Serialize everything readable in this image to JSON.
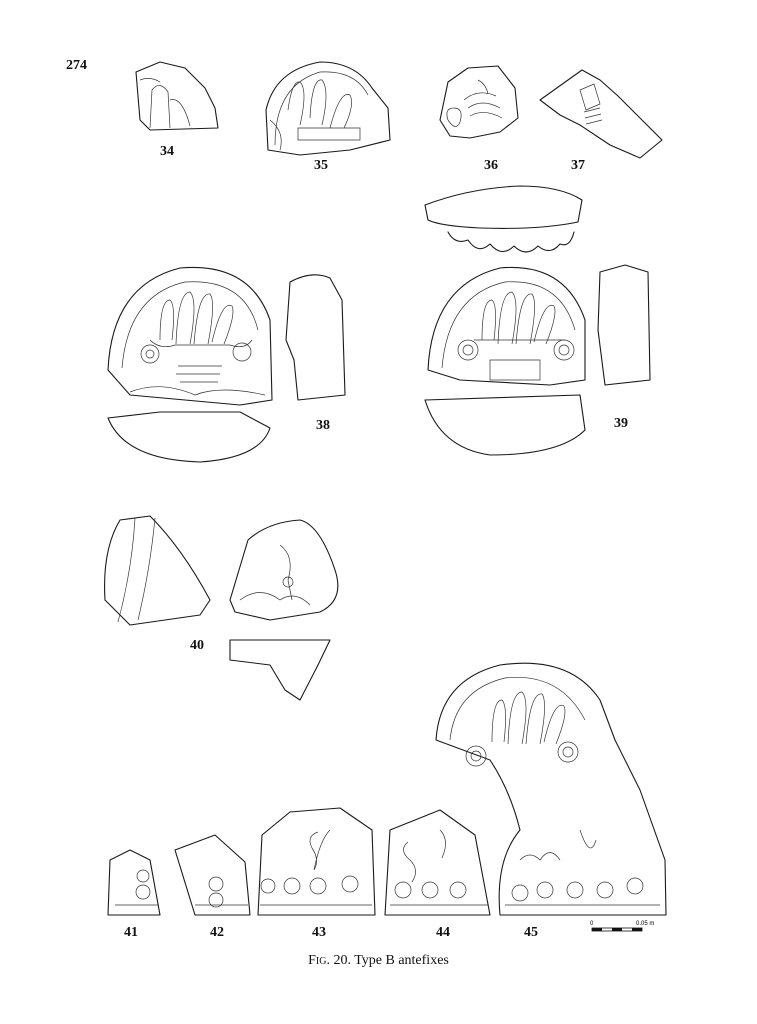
{
  "page_number": "274",
  "figure": {
    "label": "Fig. 20.",
    "title": "Type B antefixes"
  },
  "catalog_numbers": [
    "34",
    "35",
    "36",
    "37",
    "38",
    "39",
    "40",
    "41",
    "42",
    "43",
    "44",
    "45"
  ],
  "scale_bar": {
    "left_label": "0",
    "right_label": "0.05 m"
  }
}
